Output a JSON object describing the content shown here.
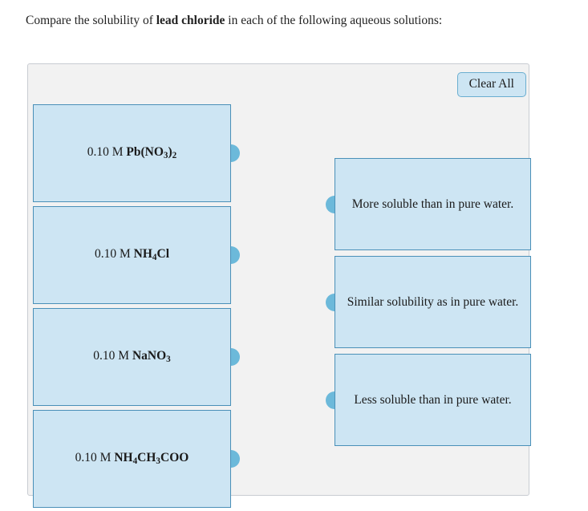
{
  "prompt": {
    "before": "Compare the solubility of ",
    "emphasis": "lead chloride",
    "after": " in each of the following aqueous solutions:"
  },
  "panel": {
    "clear_all_label": "Clear All"
  },
  "left_items": [
    {
      "concentration": "0.10 M ",
      "formula_html": "Pb(NO<sub>3</sub>)<sub>2</sub>",
      "plain": "0.10 M Pb(NO3)2"
    },
    {
      "concentration": "0.10 M ",
      "formula_html": "NH<sub>4</sub>Cl",
      "plain": "0.10 M NH4Cl"
    },
    {
      "concentration": "0.10 M ",
      "formula_html": "NaNO<sub>3</sub>",
      "plain": "0.10 M NaNO3"
    },
    {
      "concentration": "0.10 M ",
      "formula_html": "NH<sub>4</sub>CH<sub>3</sub>COO",
      "plain": "0.10 M NH4CH3COO"
    }
  ],
  "right_items": [
    {
      "label": "More soluble than in pure water."
    },
    {
      "label": "Similar solubility as in pure water."
    },
    {
      "label": "Less soluble than in pure water."
    }
  ],
  "colors": {
    "card_fill": "#cde5f3",
    "card_border": "#4a90b8",
    "nub": "#6cb9da",
    "panel_bg": "#f2f2f2",
    "panel_border": "#c8ccd2",
    "page_bg": "#ffffff",
    "text": "#1a1a1a"
  }
}
